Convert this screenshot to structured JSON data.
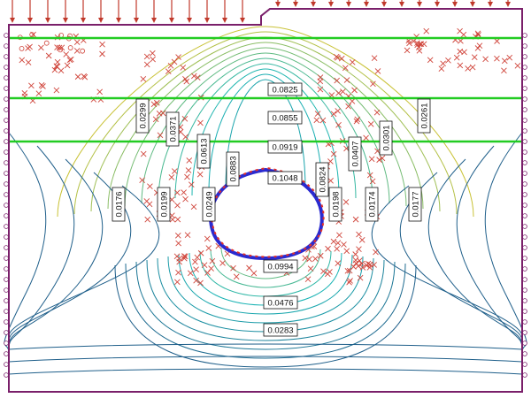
{
  "diagram": {
    "colors": {
      "boundary": "#7a1f6a",
      "load_arrow": "#c0392b",
      "layer_line": "#22cc22",
      "plastic_mark": "#d0463c",
      "tunnel_edge_red": "#e0302a",
      "tunnel_edge_blue": "#2a2ad0",
      "contour_low": "#1f5f8a",
      "contour_mid": "#19b5b5",
      "contour_high": "#c9c236"
    },
    "icons": {
      "load": "down-arrow-icon",
      "support": "roller-support-icon",
      "plastic_point": "cross-mark-icon",
      "tension_point": "circle-mark-icon"
    },
    "labels_horizontal": [
      "0.0825",
      "0.0855",
      "0.0919",
      "0.1048",
      "0.0994",
      "0.0476",
      "0.0283"
    ],
    "labels_vertical": [
      "0.0299",
      "0.0371",
      "0.0613",
      "0.0883",
      "0.0176",
      "0.0199",
      "0.0249",
      "0.0824",
      "0.0198",
      "0.0407",
      "0.0301",
      "0.0261",
      "0.0174",
      "0.0177"
    ]
  }
}
